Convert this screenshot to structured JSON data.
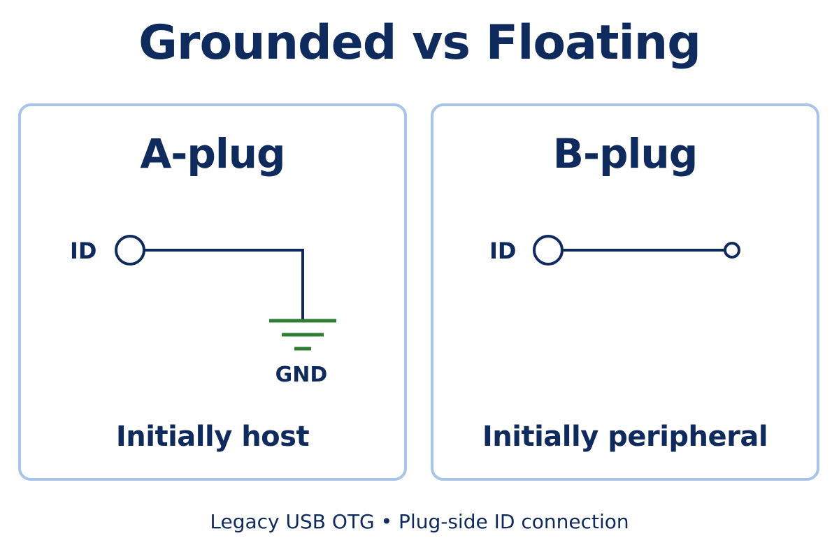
{
  "title": "Grounded vs Floating",
  "panels": [
    {
      "heading": "A-plug",
      "pin_label": "ID",
      "ground_label": "GND",
      "caption": "Initially host"
    },
    {
      "heading": "B-plug",
      "pin_label": "ID",
      "caption": "Initially peripheral"
    }
  ],
  "footer": "Legacy USB OTG • Plug-side ID connection",
  "colors": {
    "text": "#0f2a5c",
    "panel_border": "#a9c4e6",
    "ground": "#2e7d32"
  }
}
